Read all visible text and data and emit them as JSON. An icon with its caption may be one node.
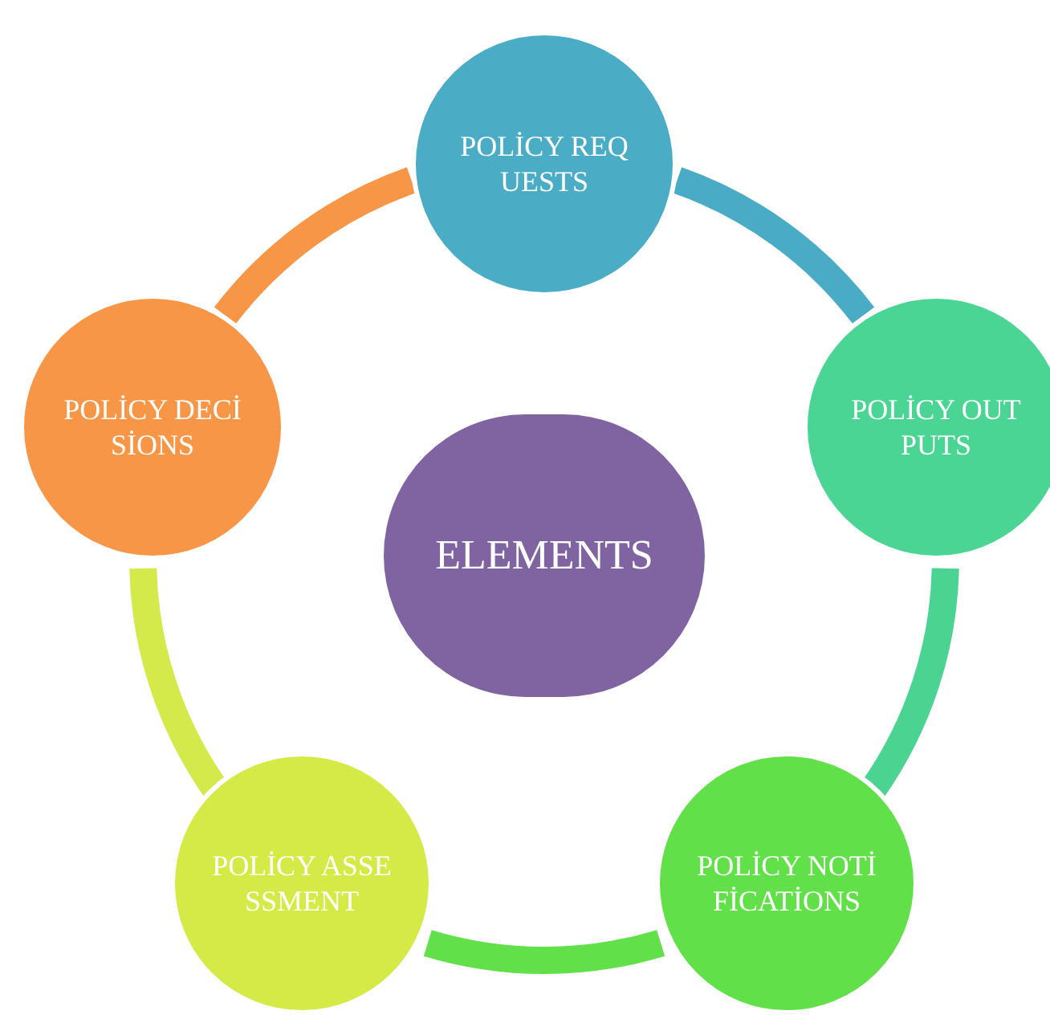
{
  "diagram": {
    "nodes": [
      {
        "text": [
          "POLİCY REQUESTS"
        ]
      },
      {
        "text": [
          "POLİCY OUTPUTS"
        ]
      },
      {
        "text": [
          "POLİCY NOTİFİCATİONS"
        ]
      },
      {
        "text": [
          "POLİCY ASSESSMENT"
        ]
      },
      {
        "text": [
          "POLİCY DECİSİONS"
        ]
      },
      {
        "text": [
          "ELEMENTS"
        ]
      }
    ],
    "edges": [
      {
        "from": 0,
        "to": 1,
        "arrow": "none",
        "color": "#4aabc6"
      },
      {
        "from": 1,
        "to": 2,
        "arrow": "none",
        "color": "#4ad391"
      },
      {
        "from": 2,
        "to": 3,
        "arrow": "none",
        "color": "#62e04a"
      },
      {
        "from": 3,
        "to": 4,
        "arrow": "none",
        "color": "#d4e94a"
      },
      {
        "from": 4,
        "to": 0,
        "arrow": "none",
        "color": "#f79646"
      }
    ]
  }
}
